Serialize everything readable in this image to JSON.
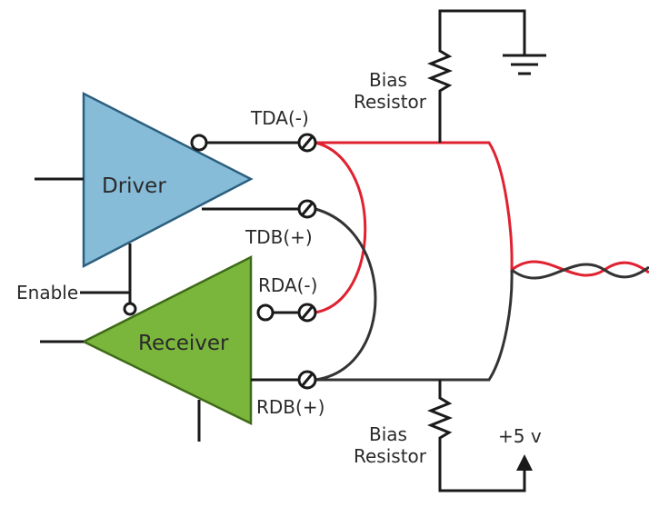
{
  "blocks": {
    "driver": "Driver",
    "receiver": "Receiver"
  },
  "labels": {
    "tda": "TDA(-)",
    "tdb": "TDB(+)",
    "rda": "RDA(-)",
    "rdb": "RDB(+)",
    "enable": "Enable",
    "bias_top_line1": "Bias",
    "bias_top_line2": "Resistor",
    "bias_bottom_line1": "Bias",
    "bias_bottom_line2": "Resistor",
    "supply": "+5 v"
  },
  "colors": {
    "driver_fill": "#86bcd8",
    "receiver_fill": "#7ab63c",
    "positive_wire": "#e02130",
    "negative_wire": "#333333",
    "wire": "#1a1a1a"
  },
  "icons": [
    "ground-icon",
    "supply-arrow-icon",
    "resistor-icon",
    "terminal-icon",
    "inverting-bubble-icon"
  ]
}
